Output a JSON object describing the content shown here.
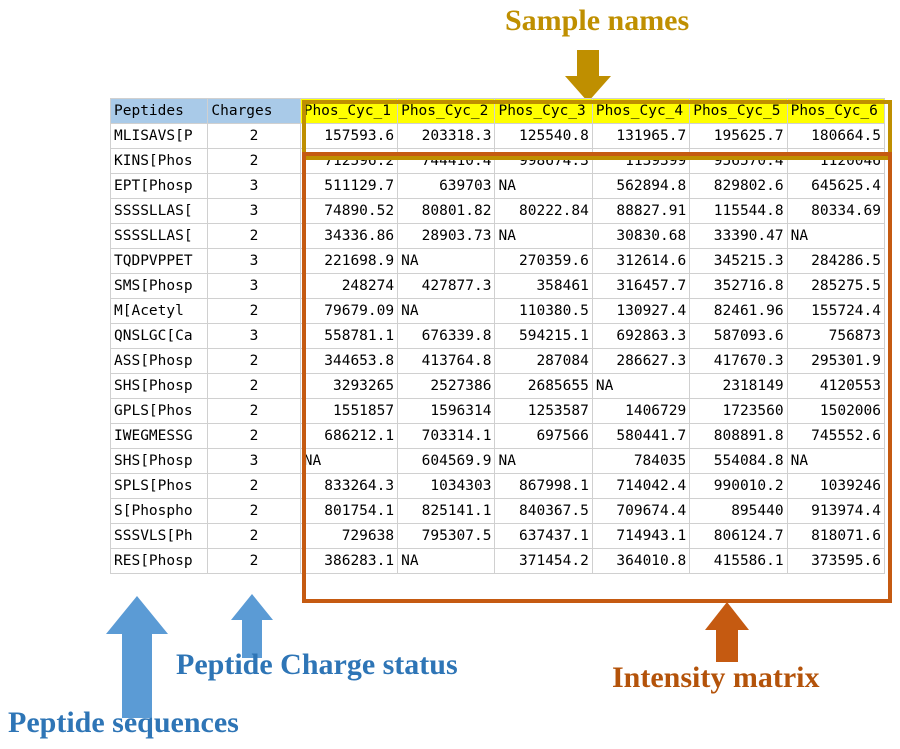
{
  "annotations": {
    "sample_names": "Sample names",
    "peptide_charge": "Peptide Charge status",
    "peptide_sequences": "Peptide sequences",
    "intensity_matrix": "Intensity matrix"
  },
  "colors": {
    "sample_names_accent": "#BF8F00",
    "peptide_accent": "#5B9BD5",
    "intensity_accent": "#C55A11",
    "header_fill": "#A9CAE8",
    "sample_header_fill": "#FFFF00"
  },
  "table": {
    "headers": {
      "peptides": "Peptides",
      "charges": "Charges",
      "samples": [
        "Phos_Cyc_1",
        "Phos_Cyc_2",
        "Phos_Cyc_3",
        "Phos_Cyc_4",
        "Phos_Cyc_5",
        "Phos_Cyc_6"
      ]
    },
    "rows": [
      {
        "peptide": "MLISAVS[P",
        "charge": "2",
        "values": [
          "157593.6",
          "203318.3",
          "125540.8",
          "131965.7",
          "195625.7",
          "180664.5"
        ]
      },
      {
        "peptide": "KINS[Phos",
        "charge": "2",
        "values": [
          "712596.2",
          "744410.4",
          "998674.3",
          "1139399",
          "956570.4",
          "1120046"
        ]
      },
      {
        "peptide": "EPT[Phosp",
        "charge": "3",
        "values": [
          "511129.7",
          "639703",
          "NA",
          "562894.8",
          "829802.6",
          "645625.4"
        ]
      },
      {
        "peptide": "SSSSLLAS[",
        "charge": "3",
        "values": [
          "74890.52",
          "80801.82",
          "80222.84",
          "88827.91",
          "115544.8",
          "80334.69"
        ]
      },
      {
        "peptide": "SSSSLLAS[",
        "charge": "2",
        "values": [
          "34336.86",
          "28903.73",
          "NA",
          "30830.68",
          "33390.47",
          "NA"
        ]
      },
      {
        "peptide": "TQDPVPPET",
        "charge": "3",
        "values": [
          "221698.9",
          "NA",
          "270359.6",
          "312614.6",
          "345215.3",
          "284286.5"
        ]
      },
      {
        "peptide": "SMS[Phosp",
        "charge": "3",
        "values": [
          "248274",
          "427877.3",
          "358461",
          "316457.7",
          "352716.8",
          "285275.5"
        ]
      },
      {
        "peptide": "M[Acetyl",
        "charge": "2",
        "values": [
          "79679.09",
          "NA",
          "110380.5",
          "130927.4",
          "82461.96",
          "155724.4"
        ]
      },
      {
        "peptide": "QNSLGC[Ca",
        "charge": "3",
        "values": [
          "558781.1",
          "676339.8",
          "594215.1",
          "692863.3",
          "587093.6",
          "756873"
        ]
      },
      {
        "peptide": "ASS[Phosp",
        "charge": "2",
        "values": [
          "344653.8",
          "413764.8",
          "287084",
          "286627.3",
          "417670.3",
          "295301.9"
        ]
      },
      {
        "peptide": "SHS[Phosp",
        "charge": "2",
        "values": [
          "3293265",
          "2527386",
          "2685655",
          "NA",
          "2318149",
          "4120553"
        ]
      },
      {
        "peptide": "GPLS[Phos",
        "charge": "2",
        "values": [
          "1551857",
          "1596314",
          "1253587",
          "1406729",
          "1723560",
          "1502006"
        ]
      },
      {
        "peptide": "IWEGMESSG",
        "charge": "2",
        "values": [
          "686212.1",
          "703314.1",
          "697566",
          "580441.7",
          "808891.8",
          "745552.6"
        ]
      },
      {
        "peptide": "SHS[Phosp",
        "charge": "3",
        "values": [
          "NA",
          "604569.9",
          "NA",
          "784035",
          "554084.8",
          "NA"
        ]
      },
      {
        "peptide": "SPLS[Phos",
        "charge": "2",
        "values": [
          "833264.3",
          "1034303",
          "867998.1",
          "714042.4",
          "990010.2",
          "1039246"
        ]
      },
      {
        "peptide": "S[Phospho",
        "charge": "2",
        "values": [
          "801754.1",
          "825141.1",
          "840367.5",
          "709674.4",
          "895440",
          "913974.4"
        ]
      },
      {
        "peptide": "SSSVLS[Ph",
        "charge": "2",
        "values": [
          "729638",
          "795307.5",
          "637437.1",
          "714943.1",
          "806124.7",
          "818071.6"
        ]
      },
      {
        "peptide": "RES[Phosp",
        "charge": "2",
        "values": [
          "386283.1",
          "NA",
          "371454.2",
          "364010.8",
          "415586.1",
          "373595.6"
        ]
      }
    ]
  }
}
